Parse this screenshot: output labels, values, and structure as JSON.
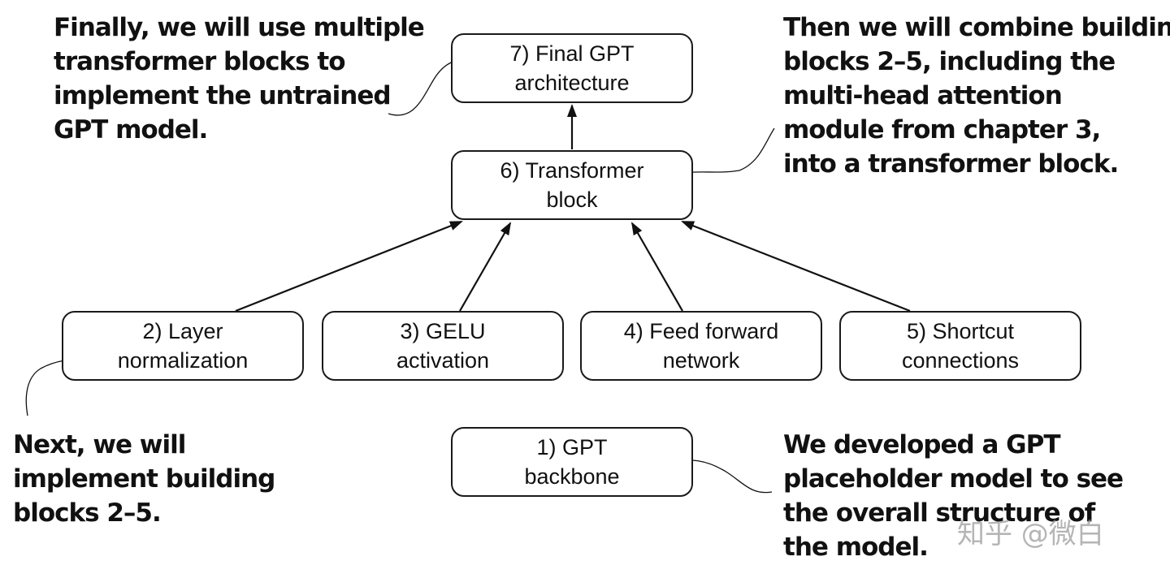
{
  "boxes": {
    "b7": {
      "line1": "7) Final GPT",
      "line2": "architecture"
    },
    "b6": {
      "line1": "6) Transformer",
      "line2": "block"
    },
    "b2": {
      "line1": "2) Layer",
      "line2": "normalization"
    },
    "b3": {
      "line1": "3) GELU",
      "line2": "activation"
    },
    "b4": {
      "line1": "4) Feed forward",
      "line2": "network"
    },
    "b5": {
      "line1": "5) Shortcut",
      "line2": "connections"
    },
    "b1": {
      "line1": "1) GPT",
      "line2": "backbone"
    }
  },
  "notes": {
    "final": [
      "Finally, we will use multiple",
      "transformer blocks to",
      "implement the untrained",
      "GPT model."
    ],
    "combine": [
      "Then we will combine building",
      "blocks 2–5, including the",
      "multi-head attention",
      "module from chapter 3,",
      "into a transformer block."
    ],
    "next": [
      "Next, we will",
      "implement building",
      "blocks 2–5."
    ],
    "developed": [
      "We developed a GPT",
      "placeholder model to see",
      "the overall structure of",
      "the model."
    ]
  },
  "watermark": "知乎 @微白"
}
